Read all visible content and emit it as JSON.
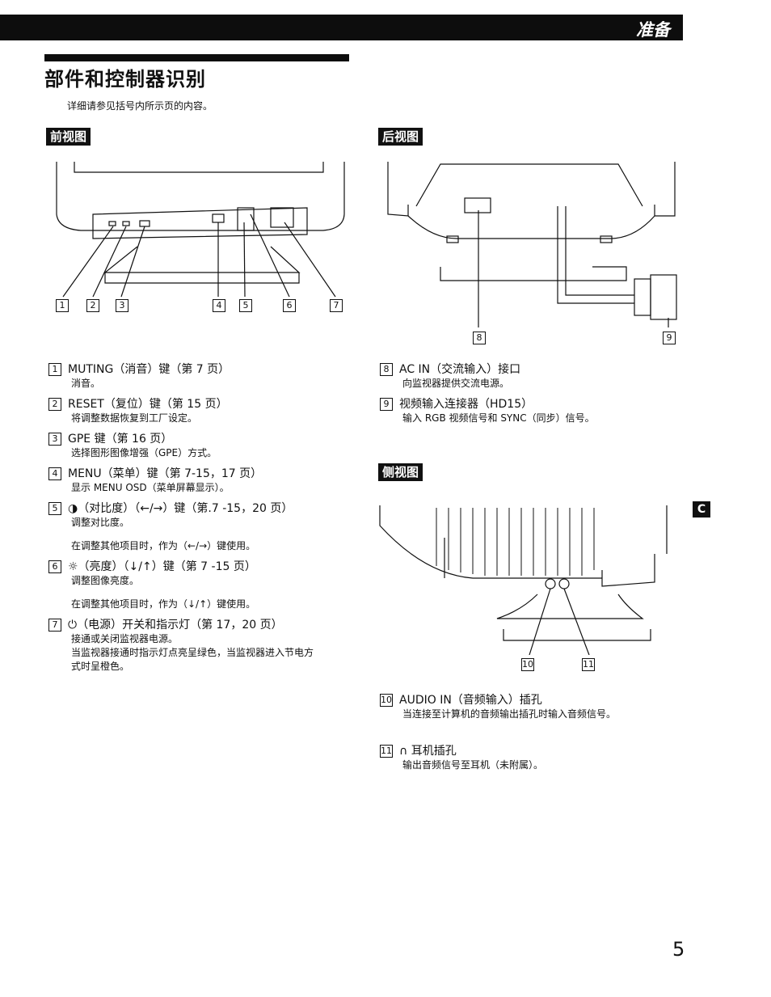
{
  "header": {
    "label": "准备"
  },
  "page": {
    "title": "部件和控制器识别",
    "intro": "详细请参见括号内所示页的内容。",
    "number": "5",
    "side_tab": "C"
  },
  "front": {
    "label": "前视图",
    "callouts": [
      "1",
      "2",
      "3",
      "4",
      "5",
      "6",
      "7"
    ],
    "items": [
      {
        "num": "1",
        "title": "MUTING（消音）键（第 7 页）",
        "desc": [
          "消音。"
        ]
      },
      {
        "num": "2",
        "title": "RESET（复位）键（第 15 页）",
        "desc": [
          "将调整数据恢复到工厂设定。"
        ]
      },
      {
        "num": "3",
        "title": "GPE 键（第 16 页）",
        "desc": [
          "选择图形图像增强（GPE）方式。"
        ]
      },
      {
        "num": "4",
        "title": "MENU（菜单）键（第 7-15，17 页）",
        "desc": [
          "显示 MENU OSD（菜单屏幕显示）。"
        ]
      },
      {
        "num": "5",
        "title": "◑（对比度）（←/→）键（第.7 -15，20 页）",
        "desc": [
          "调整对比度。",
          "",
          "在调整其他项目时，作为（←/→）键使用。"
        ]
      },
      {
        "num": "6",
        "title": "☼（亮度）（↓/↑）键（第 7 -15 页）",
        "desc": [
          "调整图像亮度。",
          "",
          "在调整其他项目时，作为（↓/↑）键使用。"
        ]
      },
      {
        "num": "7",
        "title": "⏻（电源）开关和指示灯（第 17，20 页）",
        "desc": [
          "接通或关闭监视器电源。",
          "当监视器接通时指示灯点亮呈绿色，当监视器进入节电方",
          "式时呈橙色。"
        ]
      }
    ]
  },
  "rear": {
    "label": "后视图",
    "callouts": [
      "8",
      "9"
    ],
    "items": [
      {
        "num": "8",
        "title": "AC IN（交流输入）接口",
        "desc": [
          "向监视器提供交流电源。"
        ]
      },
      {
        "num": "9",
        "title": "视频输入连接器（HD15）",
        "desc": [
          "输入 RGB 视频信号和 SYNC（同步）信号。"
        ]
      }
    ]
  },
  "side": {
    "label": "侧视图",
    "callouts": [
      "10",
      "11"
    ],
    "items": [
      {
        "num": "10",
        "title": "AUDIO IN（音频输入）插孔",
        "desc": [
          "当连接至计算机的音频输出插孔时输入音频信号。"
        ]
      },
      {
        "num": "11",
        "title": "∩ 耳机插孔",
        "desc": [
          "输出音频信号至耳机（未附属）。"
        ]
      }
    ]
  }
}
